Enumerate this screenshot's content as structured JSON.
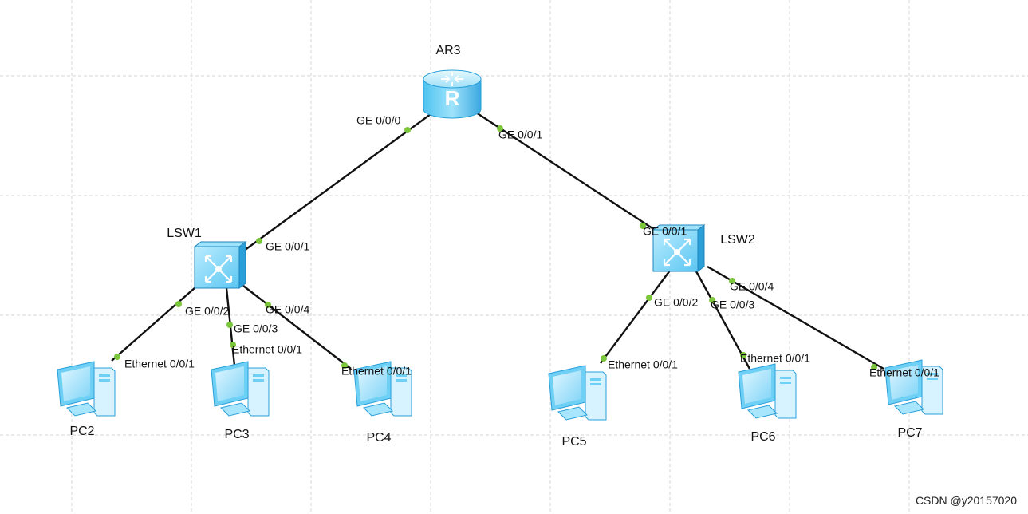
{
  "diagram": {
    "devices": [
      {
        "id": "AR3",
        "label": "AR3",
        "kind": "router"
      },
      {
        "id": "LSW1",
        "label": "LSW1",
        "kind": "switch"
      },
      {
        "id": "LSW2",
        "label": "LSW2",
        "kind": "switch"
      },
      {
        "id": "PC2",
        "label": "PC2",
        "kind": "pc"
      },
      {
        "id": "PC3",
        "label": "PC3",
        "kind": "pc"
      },
      {
        "id": "PC4",
        "label": "PC4",
        "kind": "pc"
      },
      {
        "id": "PC5",
        "label": "PC5",
        "kind": "pc"
      },
      {
        "id": "PC6",
        "label": "PC6",
        "kind": "pc"
      },
      {
        "id": "PC7",
        "label": "PC7",
        "kind": "pc"
      }
    ],
    "links": [
      {
        "from": "AR3",
        "from_port": "GE 0/0/0",
        "to": "LSW1",
        "to_port": "GE 0/0/1"
      },
      {
        "from": "AR3",
        "from_port": "GE 0/0/1",
        "to": "LSW2",
        "to_port": "GE 0/0/1"
      },
      {
        "from": "LSW1",
        "from_port": "GE 0/0/2",
        "to": "PC2",
        "to_port": "Ethernet 0/0/1"
      },
      {
        "from": "LSW1",
        "from_port": "GE 0/0/3",
        "to": "PC3",
        "to_port": "Ethernet 0/0/1"
      },
      {
        "from": "LSW1",
        "from_port": "GE 0/0/4",
        "to": "PC4",
        "to_port": "Ethernet 0/0/1"
      },
      {
        "from": "LSW2",
        "from_port": "GE 0/0/2",
        "to": "PC5",
        "to_port": "Ethernet 0/0/1"
      },
      {
        "from": "LSW2",
        "from_port": "GE 0/0/3",
        "to": "PC6",
        "to_port": "Ethernet 0/0/1"
      },
      {
        "from": "LSW2",
        "from_port": "GE 0/0/4",
        "to": "PC7",
        "to_port": "Ethernet 0/0/1"
      }
    ]
  },
  "watermark": "CSDN @y20157020",
  "colors": {
    "link": "#111111",
    "port_dot": "#7cc63b",
    "grid": "#d4d4d4",
    "device_light": "#bfefff",
    "device_mid": "#6fd0f5",
    "device_dark": "#2a9fd8"
  }
}
